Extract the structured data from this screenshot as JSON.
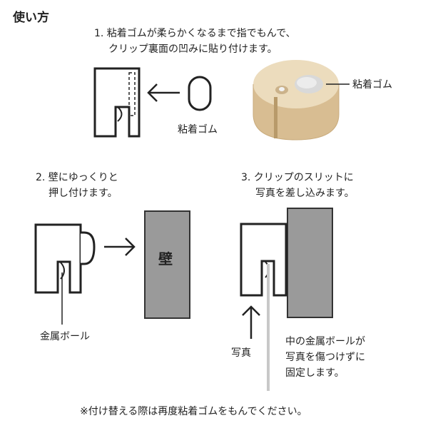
{
  "title": "使い方",
  "steps": {
    "step1_line1": "1. 粘着ゴムが柔らかくなるまで指でもんで、",
    "step1_line2": "クリップ裏面の凹みに貼り付けます。",
    "step2_line1": "2. 壁にゆっくりと",
    "step2_line2": "押し付けます。",
    "step3_line1": "3. クリップのスリットに",
    "step3_line2": "写真を差し込みます。"
  },
  "labels": {
    "adhesive_gum_a": "粘着ゴム",
    "adhesive_gum_b": "粘着ゴム",
    "wall": "壁",
    "metal_ball": "金属ボール",
    "photo": "写真",
    "note_line1": "中の金属ボールが",
    "note_line2": "写真を傷つけずに",
    "note_line3": "固定します。"
  },
  "footer": "※付け替える際は再度粘着ゴムをもんでください。",
  "colors": {
    "line": "#222222",
    "wall": "#9a9a9a",
    "wood": "#dcc39a",
    "wood_top": "#ecdcc0",
    "metal": "#d9d9d9",
    "photo_strip": "#c8c8c8"
  }
}
